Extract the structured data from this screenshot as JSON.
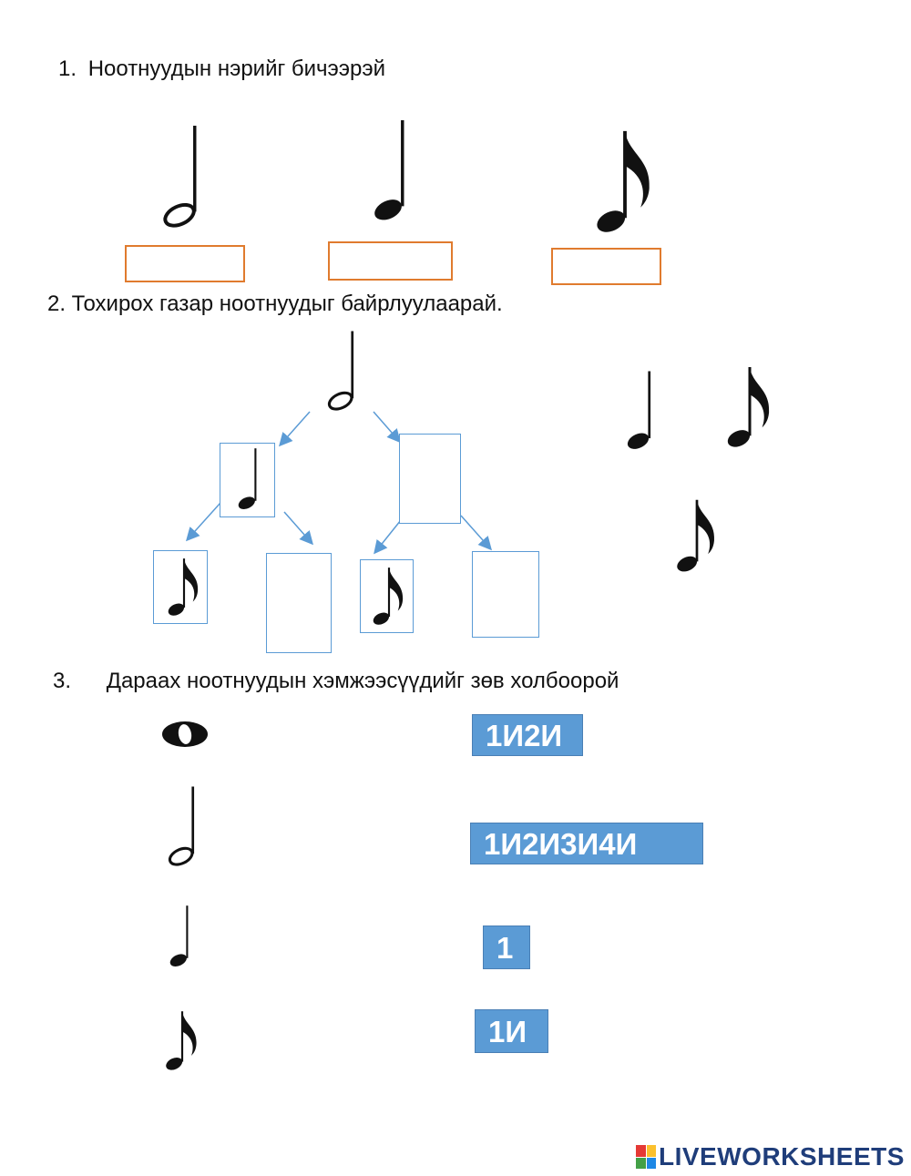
{
  "q1": {
    "number": "1.",
    "title": "Ноотнуудын нэрийг бичээрэй"
  },
  "q2": {
    "title": "2. Тохирох газар ноотнуудыг байрлуулаарай."
  },
  "q3": {
    "number": "3.",
    "title": "Дараах ноотнуудын  хэмжээсүүдийг зөв холбоорой"
  },
  "counts": [
    "1И2И",
    "1И2И3И4И",
    "1",
    "1И"
  ],
  "footer": {
    "brand": "LIVEWORKSHEETS"
  },
  "colors": {
    "answer_box_border": "#e07b2e",
    "blue": "#5b9bd5",
    "brand": "#1f3d7a"
  },
  "icons": [
    "half-note-icon",
    "quarter-note-icon",
    "eighth-note-icon",
    "whole-note-icon"
  ]
}
